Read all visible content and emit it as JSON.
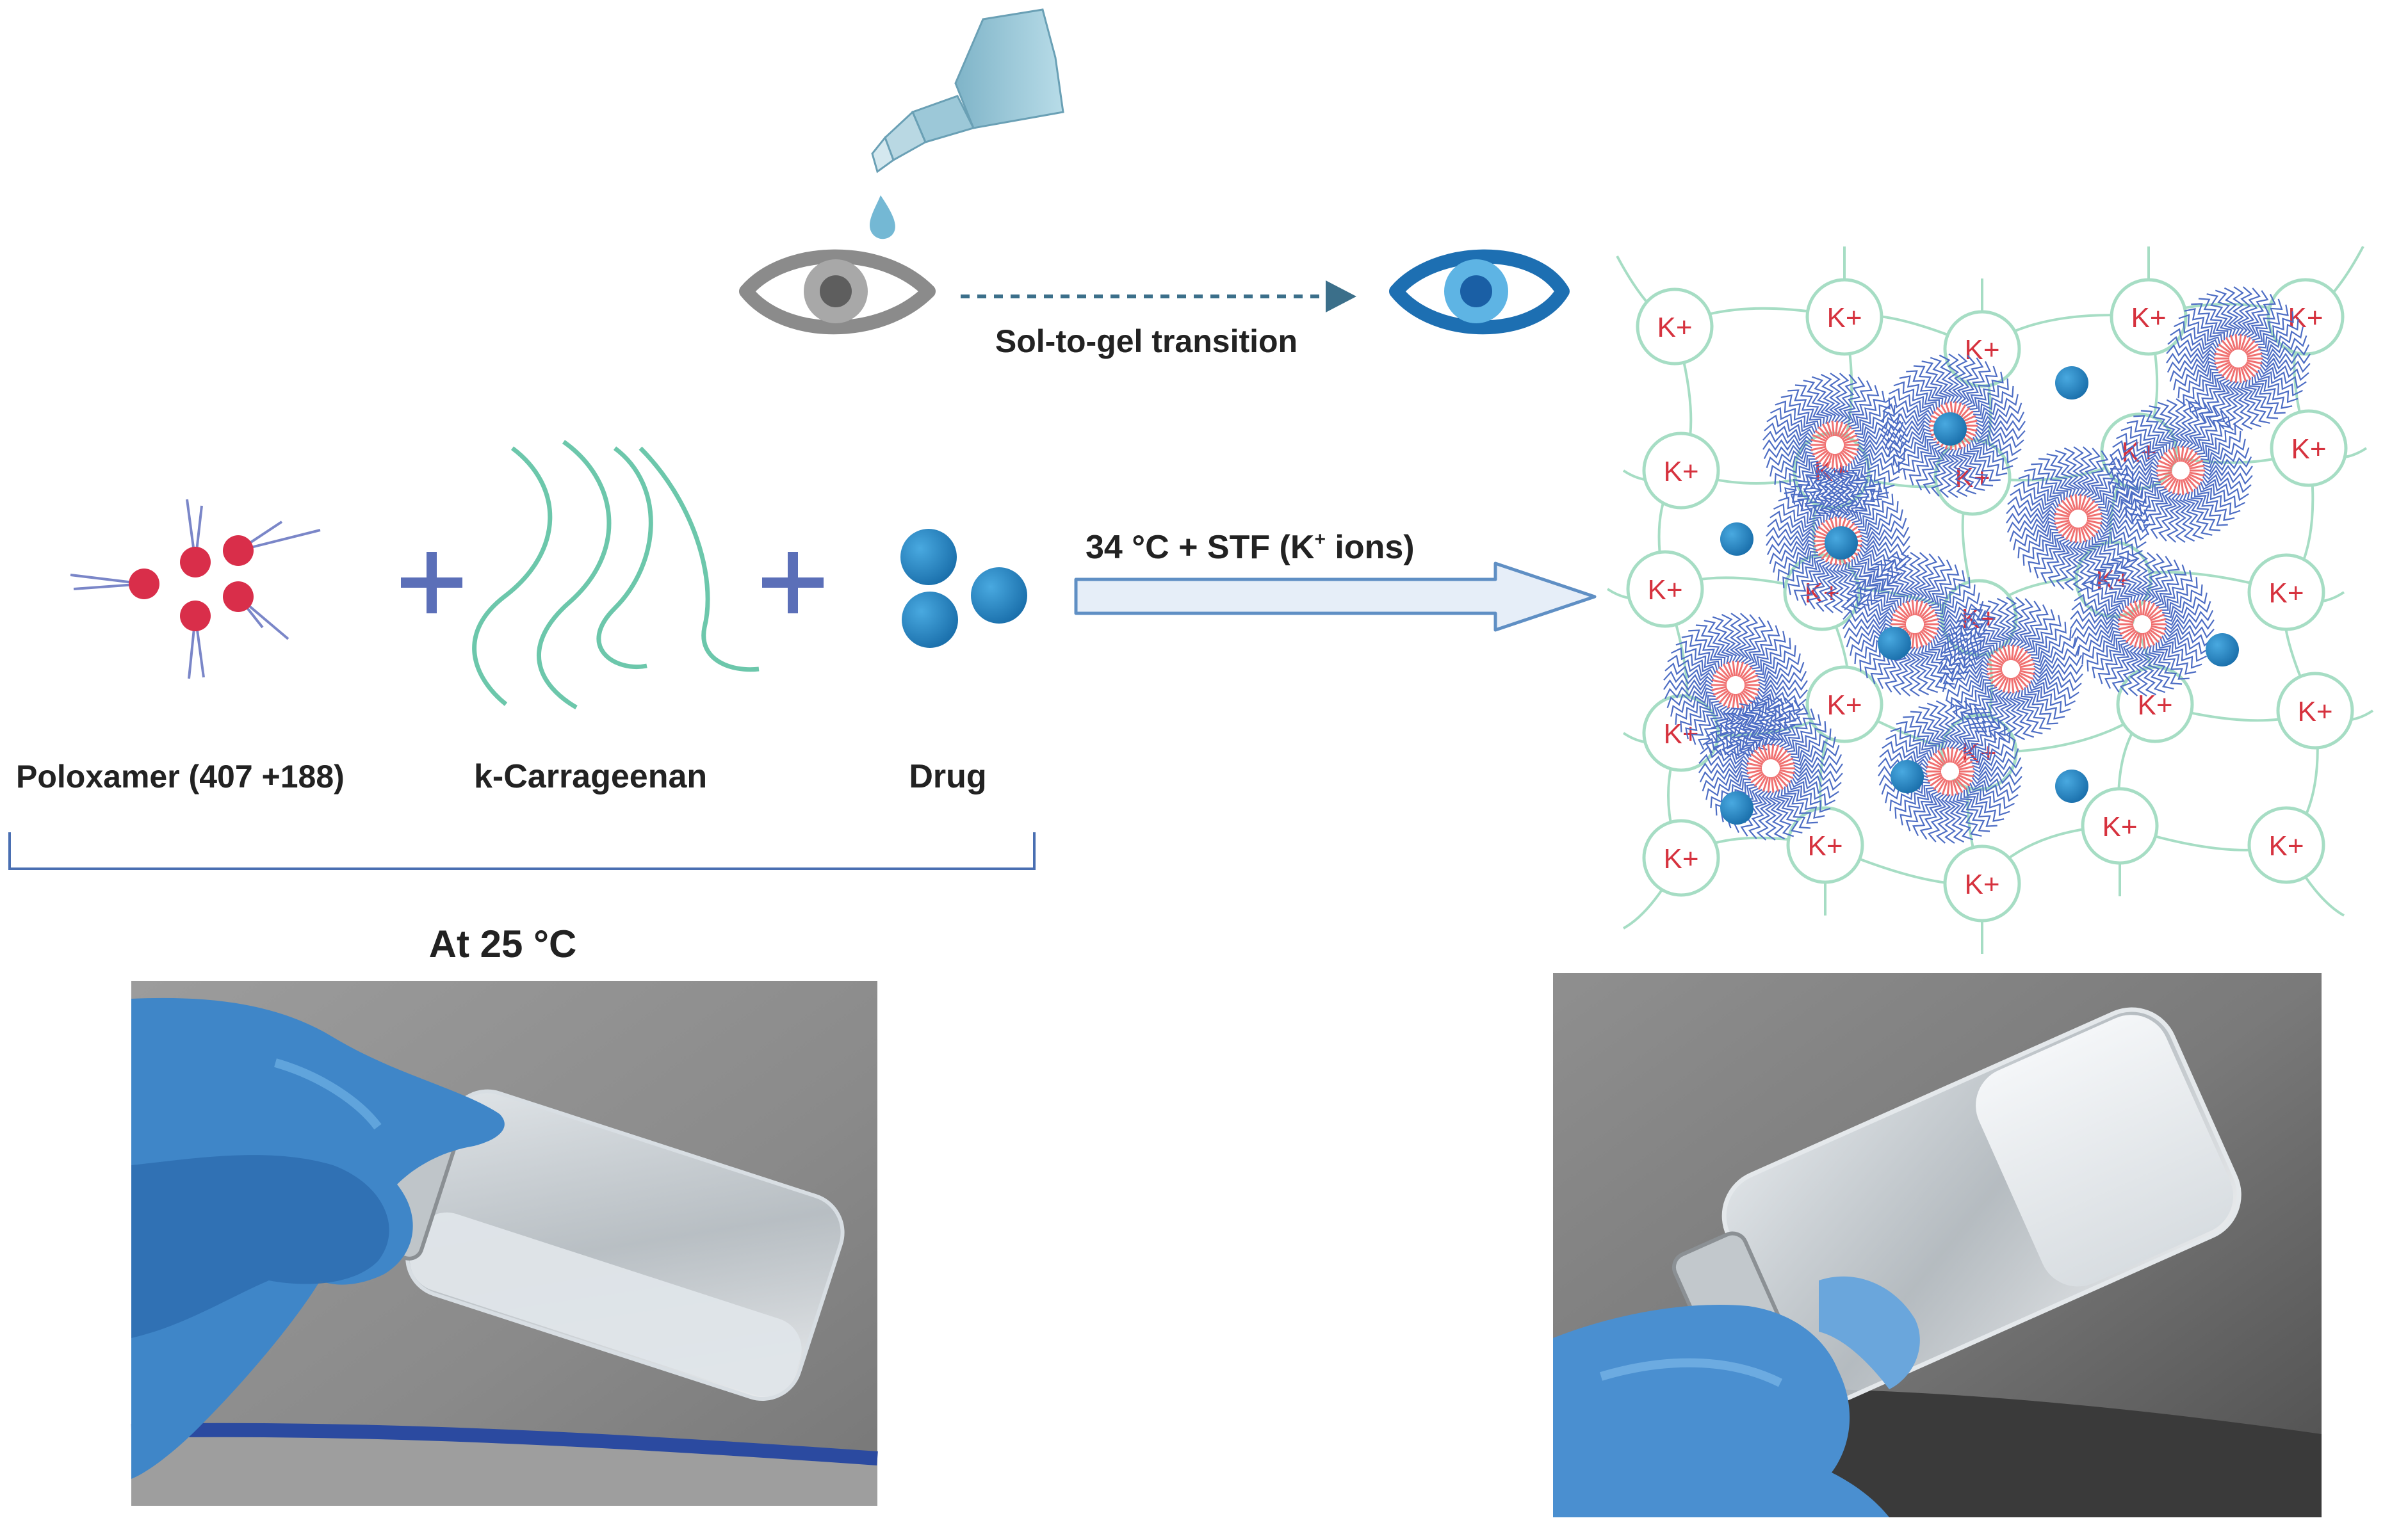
{
  "labels": {
    "transition": "Sol-to-gel transition",
    "condition": "34 °C + STF (K",
    "condition_sup": "+",
    "condition_end": " ions)",
    "poloxamer": "Poloxamer (407 +188)",
    "carrageenan": "k-Carrageenan",
    "drug": "Drug",
    "temperature": "At 25 °C",
    "plus": "+"
  },
  "ion_label": "K+",
  "colors": {
    "poloxamer_head": "#d92e4a",
    "poloxamer_tail": "#7a86c8",
    "carrageenan": "#6cc7ab",
    "drug": "#1f86c6",
    "plus": "#5b6fb8",
    "arrow": "#3d7bb6",
    "network": "#a6ddc4",
    "micelle_corona": "#4d6dc4",
    "micelle_core": "#f07070",
    "ion_text": "#d6323e",
    "glove": "#3f86c8"
  },
  "icons": [
    "dropper-icon",
    "eye-grey-icon",
    "eye-blue-icon"
  ]
}
